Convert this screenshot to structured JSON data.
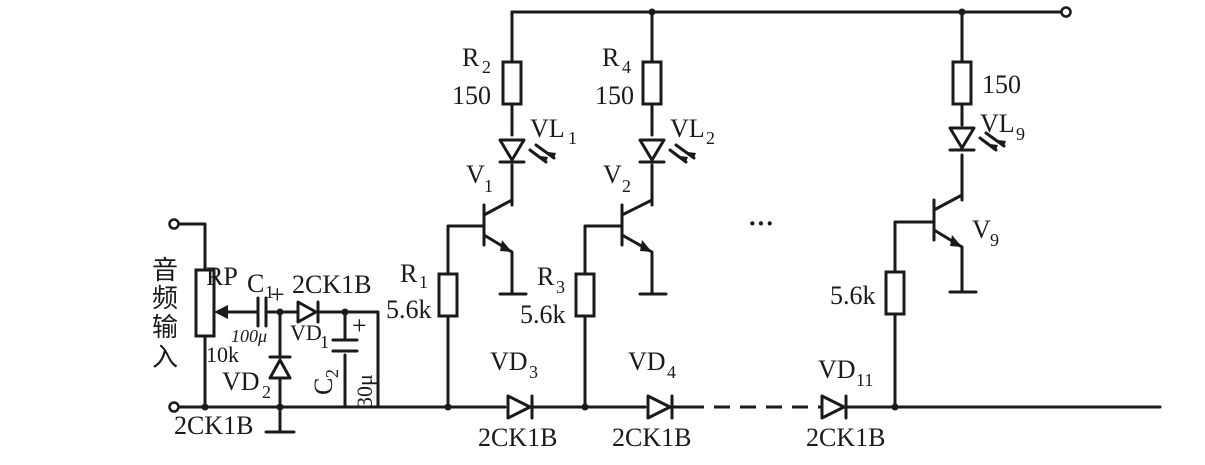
{
  "labels": {
    "input_ch1": "音",
    "input_ch2": "频",
    "input_ch3": "输",
    "input_ch4": "入",
    "rp": "RP",
    "rp_val": "10k",
    "c1": "C",
    "c1_sub": "1",
    "c1_plus": "+",
    "c1_val": "100μ",
    "d_top": "2CK1B",
    "vd1": "VD",
    "vd1_sub": "1",
    "vd2": "VD",
    "vd2_sub": "2",
    "vd2_part": "2CK1B",
    "c2": "C",
    "c2_sub": "2",
    "c2_plus": "+",
    "c2_val": "30μ",
    "r1": "R",
    "r1_sub": "1",
    "r1_val": "5.6k",
    "r2": "R",
    "r2_sub": "2",
    "r2_val": "150",
    "vl1": "VL",
    "vl1_sub": "1",
    "v1": "V",
    "v1_sub": "1",
    "r3": "R",
    "r3_sub": "3",
    "r3_val": "5.6k",
    "r4": "R",
    "r4_sub": "4",
    "r4_val": "150",
    "vl2": "VL",
    "vl2_sub": "2",
    "v2": "V",
    "v2_sub": "2",
    "dots": "···",
    "r9_val": "150",
    "vl9": "VL",
    "vl9_sub": "9",
    "v9": "V",
    "v9_sub": "9",
    "r17_val": "5.6k",
    "vd3": "VD",
    "vd3_sub": "3",
    "vd3_part": "2CK1B",
    "vd4": "VD",
    "vd4_sub": "4",
    "vd4_part": "2CK1B",
    "vd11": "VD",
    "vd11_sub": "11",
    "vd11_part": "2CK1B"
  }
}
